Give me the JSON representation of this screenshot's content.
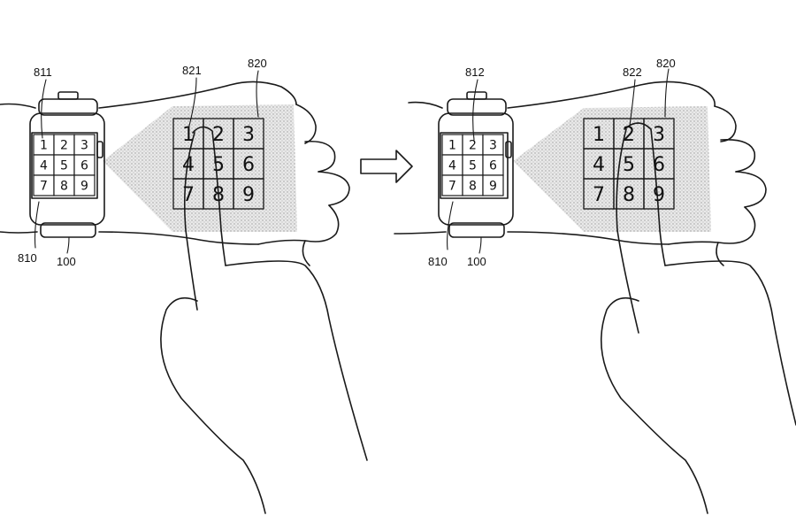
{
  "keypad_keys": [
    "1",
    "2",
    "3",
    "4",
    "5",
    "6",
    "7",
    "8",
    "9"
  ],
  "colors": {
    "ink": "#1a1a1a",
    "projection": "#d8d8d8",
    "selected": "#9a9a9a"
  },
  "panel_left": {
    "selected_key_index": 0,
    "refs": {
      "watch_selection": "811",
      "projected_touch": "821",
      "projection": "820",
      "watch_screen": "810",
      "device": "100"
    }
  },
  "panel_right": {
    "selected_key_index": 1,
    "refs": {
      "watch_selection": "812",
      "projected_touch": "822",
      "projection": "820",
      "watch_screen": "810",
      "device": "100"
    }
  },
  "transition_icon": "arrow-right-outline-icon"
}
